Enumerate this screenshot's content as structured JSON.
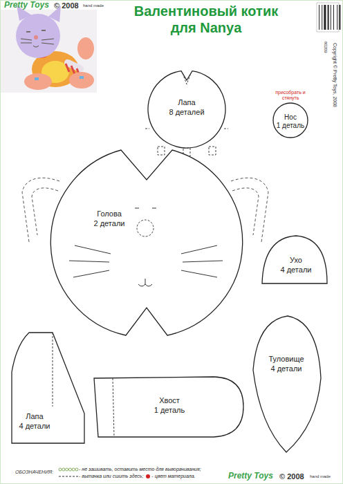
{
  "diagram": {
    "title": "Валентиновый котик для Nanya",
    "nodes": [
      {
        "text": [
          "Лапа",
          "8 деталей"
        ]
      },
      {
        "text": [
          "присобрать и стянуть",
          "Нос",
          "1 деталь"
        ]
      },
      {
        "text": [
          "Голова",
          "2 детали"
        ]
      },
      {
        "text": [
          "Ухо",
          "4 детали"
        ]
      },
      {
        "text": [
          "Туловище",
          "4 детали"
        ]
      },
      {
        "text": [
          "Лапа",
          "4 детали"
        ]
      },
      {
        "text": [
          "Хвост",
          "1 деталь"
        ]
      }
    ],
    "labels": [
      "Pretty Toys",
      "© 2008",
      "hand made",
      "80209",
      "Copyright © Pretty Toys, 2008",
      "ОБОЗНАЧЕНИЯ:",
      "Pretty Toys",
      "© 2008",
      "hand made"
    ],
    "legend": [
      {
        "text": "- не зашивать, оставить место для выворачивания;"
      },
      {
        "text": "- вытачка или сшить здесь;"
      },
      {
        "text": "- цвет материала.",
        "color": "#d42020"
      }
    ]
  }
}
